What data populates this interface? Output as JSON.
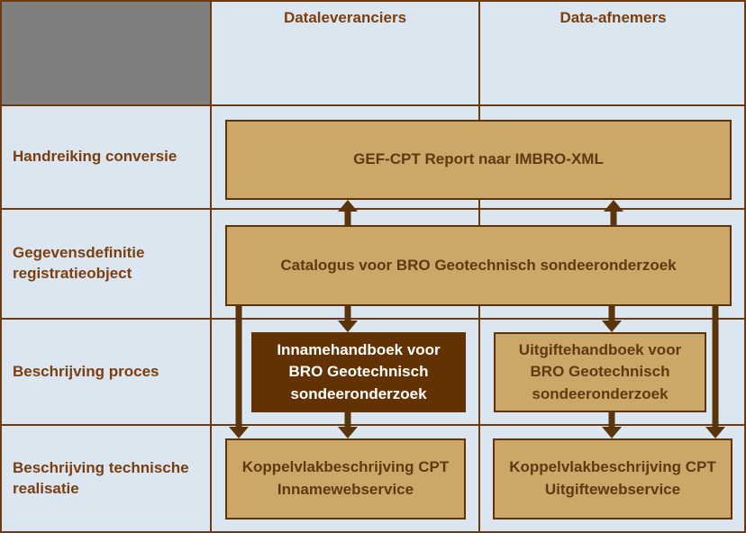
{
  "title": "BRO Geotechnisch sondeeronderzoek documentatie-overzicht",
  "colors": {
    "bg": "#dce6f1",
    "gray": "#7f7f7f",
    "line": "#6e3b10",
    "tan": "#cda767",
    "dark": "#633203",
    "label_text": "#7b3e0e",
    "box_text": "#5e3a12",
    "box_border": "#5c3409",
    "arrow": "#5c3409",
    "white_text": "#ffffff"
  },
  "header": {
    "col1": "Dataleveranciers",
    "col2": "Data-afnemers"
  },
  "row_labels": {
    "row1": "Handreiking conversie",
    "row2": "Gegevensdefinitie registratieobject",
    "row3": "Beschrijving proces",
    "row4": "Beschrijving technische realisatie"
  },
  "boxes": {
    "gef_cpt": "GEF-CPT Report naar IMBRO-XML",
    "catalogus": "Catalogus voor BRO Geotechnisch sondeeronderzoek",
    "inname_handboek": "Innamehandboek voor BRO Geotechnisch sondeeronderzoek",
    "uitgifte_handboek": "Uitgiftehandboek voor BRO Geotechnisch sondeeronderzoek",
    "koppelvlak_inname": "Koppelvlakbeschrijving CPT Innamewebservice",
    "koppelvlak_uitgifte": "Koppelvlakbeschrijving CPT Uitgiftewebservice"
  },
  "arrows": {
    "up_count": 2,
    "down_count": 6,
    "direction_note": "two arrows point up into GEF-CPT box; six arrows point down toward proces- and koppelvlak-boxes"
  }
}
